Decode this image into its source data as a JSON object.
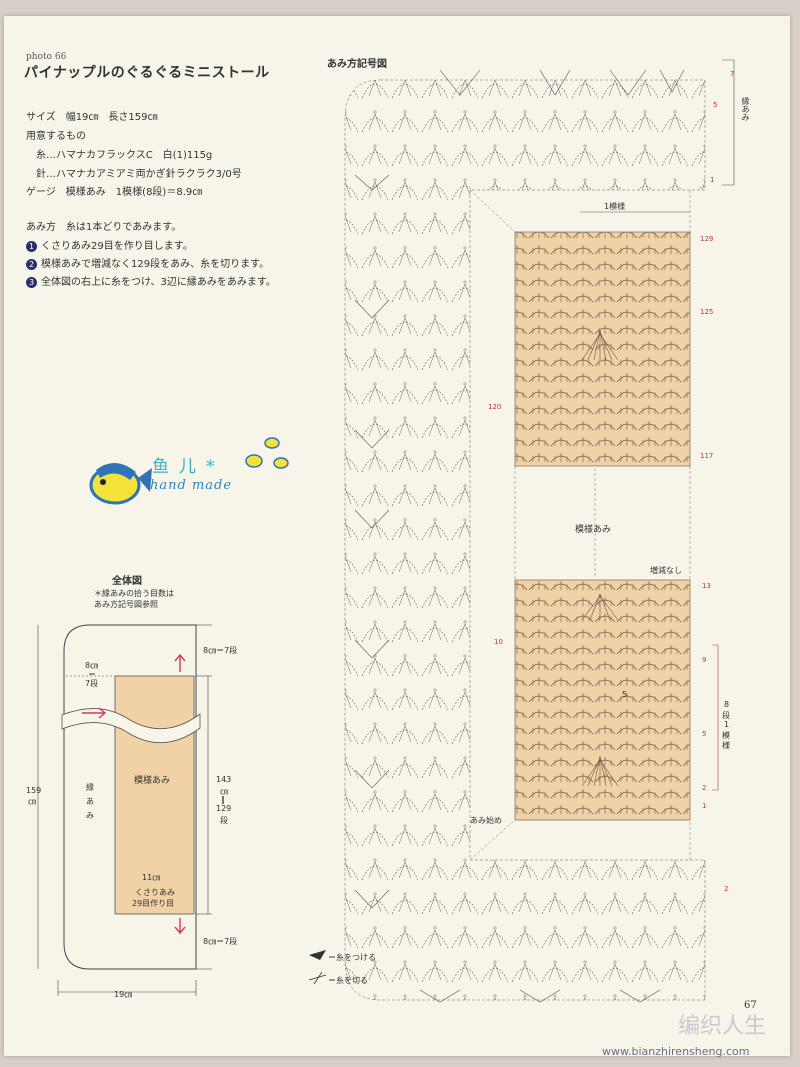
{
  "header": {
    "photo_no": "photo 66",
    "title": "パイナップルのぐるぐるミニストール"
  },
  "specs": {
    "size": "サイズ　幅19㎝　長さ159㎝",
    "materials_heading": "用意するもの",
    "yarn": "糸…ハマナカフラックスC　白(1)115g",
    "hook": "針…ハマナカアミアミ両かぎ針ラクラク3/0号",
    "gauge": "ゲージ　模様あみ　1模様(8段)＝8.9㎝"
  },
  "instructions": {
    "heading": "あみ方　糸は1本どりであみます。",
    "steps": [
      {
        "n": "1",
        "text": "くさりあみ29目を作り目します。"
      },
      {
        "n": "2",
        "text": "模様あみで増減なく129段をあみ、糸を切ります。"
      },
      {
        "n": "3",
        "text": "全体図の右上に糸をつけ、3辺に縁あみをあみます。"
      }
    ]
  },
  "logo": {
    "chars": "鱼儿*",
    "subtitle": "hand made"
  },
  "overview": {
    "title": "全体図",
    "note_line1": "＊縁あみの拾う目数は",
    "note_line2": "あみ方記号図参照",
    "top_border": "8㎝＝7段",
    "left_border_a": "8㎝",
    "left_border_b": "＝",
    "left_border_c": "7段",
    "length_a": "159",
    "length_b": "㎝",
    "edging_label_a": "縁",
    "edging_label_b": "あ",
    "edging_label_c": "み",
    "body_label": "模様あみ",
    "body_length_a": "143",
    "body_length_b": "㎝",
    "body_length_c": "‖",
    "body_length_d": "129",
    "body_length_e": "段",
    "width_inner": "11㎝",
    "chain_a": "くさりあみ",
    "chain_b": "29目作り目",
    "bottom_border": "8㎝＝7段",
    "total_width": "19㎝"
  },
  "diagram": {
    "title": "あみ方記号図",
    "edging_a": "縁",
    "edging_b": "あ",
    "edging_c": "み",
    "repeat_label": "1模様",
    "body_label": "模様あみ",
    "no_change": "増減なし",
    "start_label": "あみ始め",
    "rep_vertical_a": "8",
    "rep_vertical_b": "段",
    "rep_vertical_c": "1",
    "rep_vertical_d": "模",
    "rep_vertical_e": "様",
    "row_labels_top": [
      "7",
      "5",
      "1"
    ],
    "row_129": "129",
    "row_125": "125",
    "row_120": "120",
    "row_117": "117",
    "row_13": "13",
    "row_10": "10",
    "row_9": "9",
    "row_5": "5",
    "row_2": "2",
    "row_1": "1",
    "row_2_edge": "2",
    "inner_5": "5"
  },
  "legend": {
    "attach": "＝糸をつける",
    "cut": "＝糸を切る"
  },
  "footer": {
    "page_number": "67",
    "watermark": "编织人生",
    "watermark_url": "www.bianzhirensheng.com"
  },
  "colors": {
    "page": "#f7f4ea",
    "body_fill": "#f1d2a6",
    "ink": "#333333",
    "row_number_red": "#c3304d"
  }
}
